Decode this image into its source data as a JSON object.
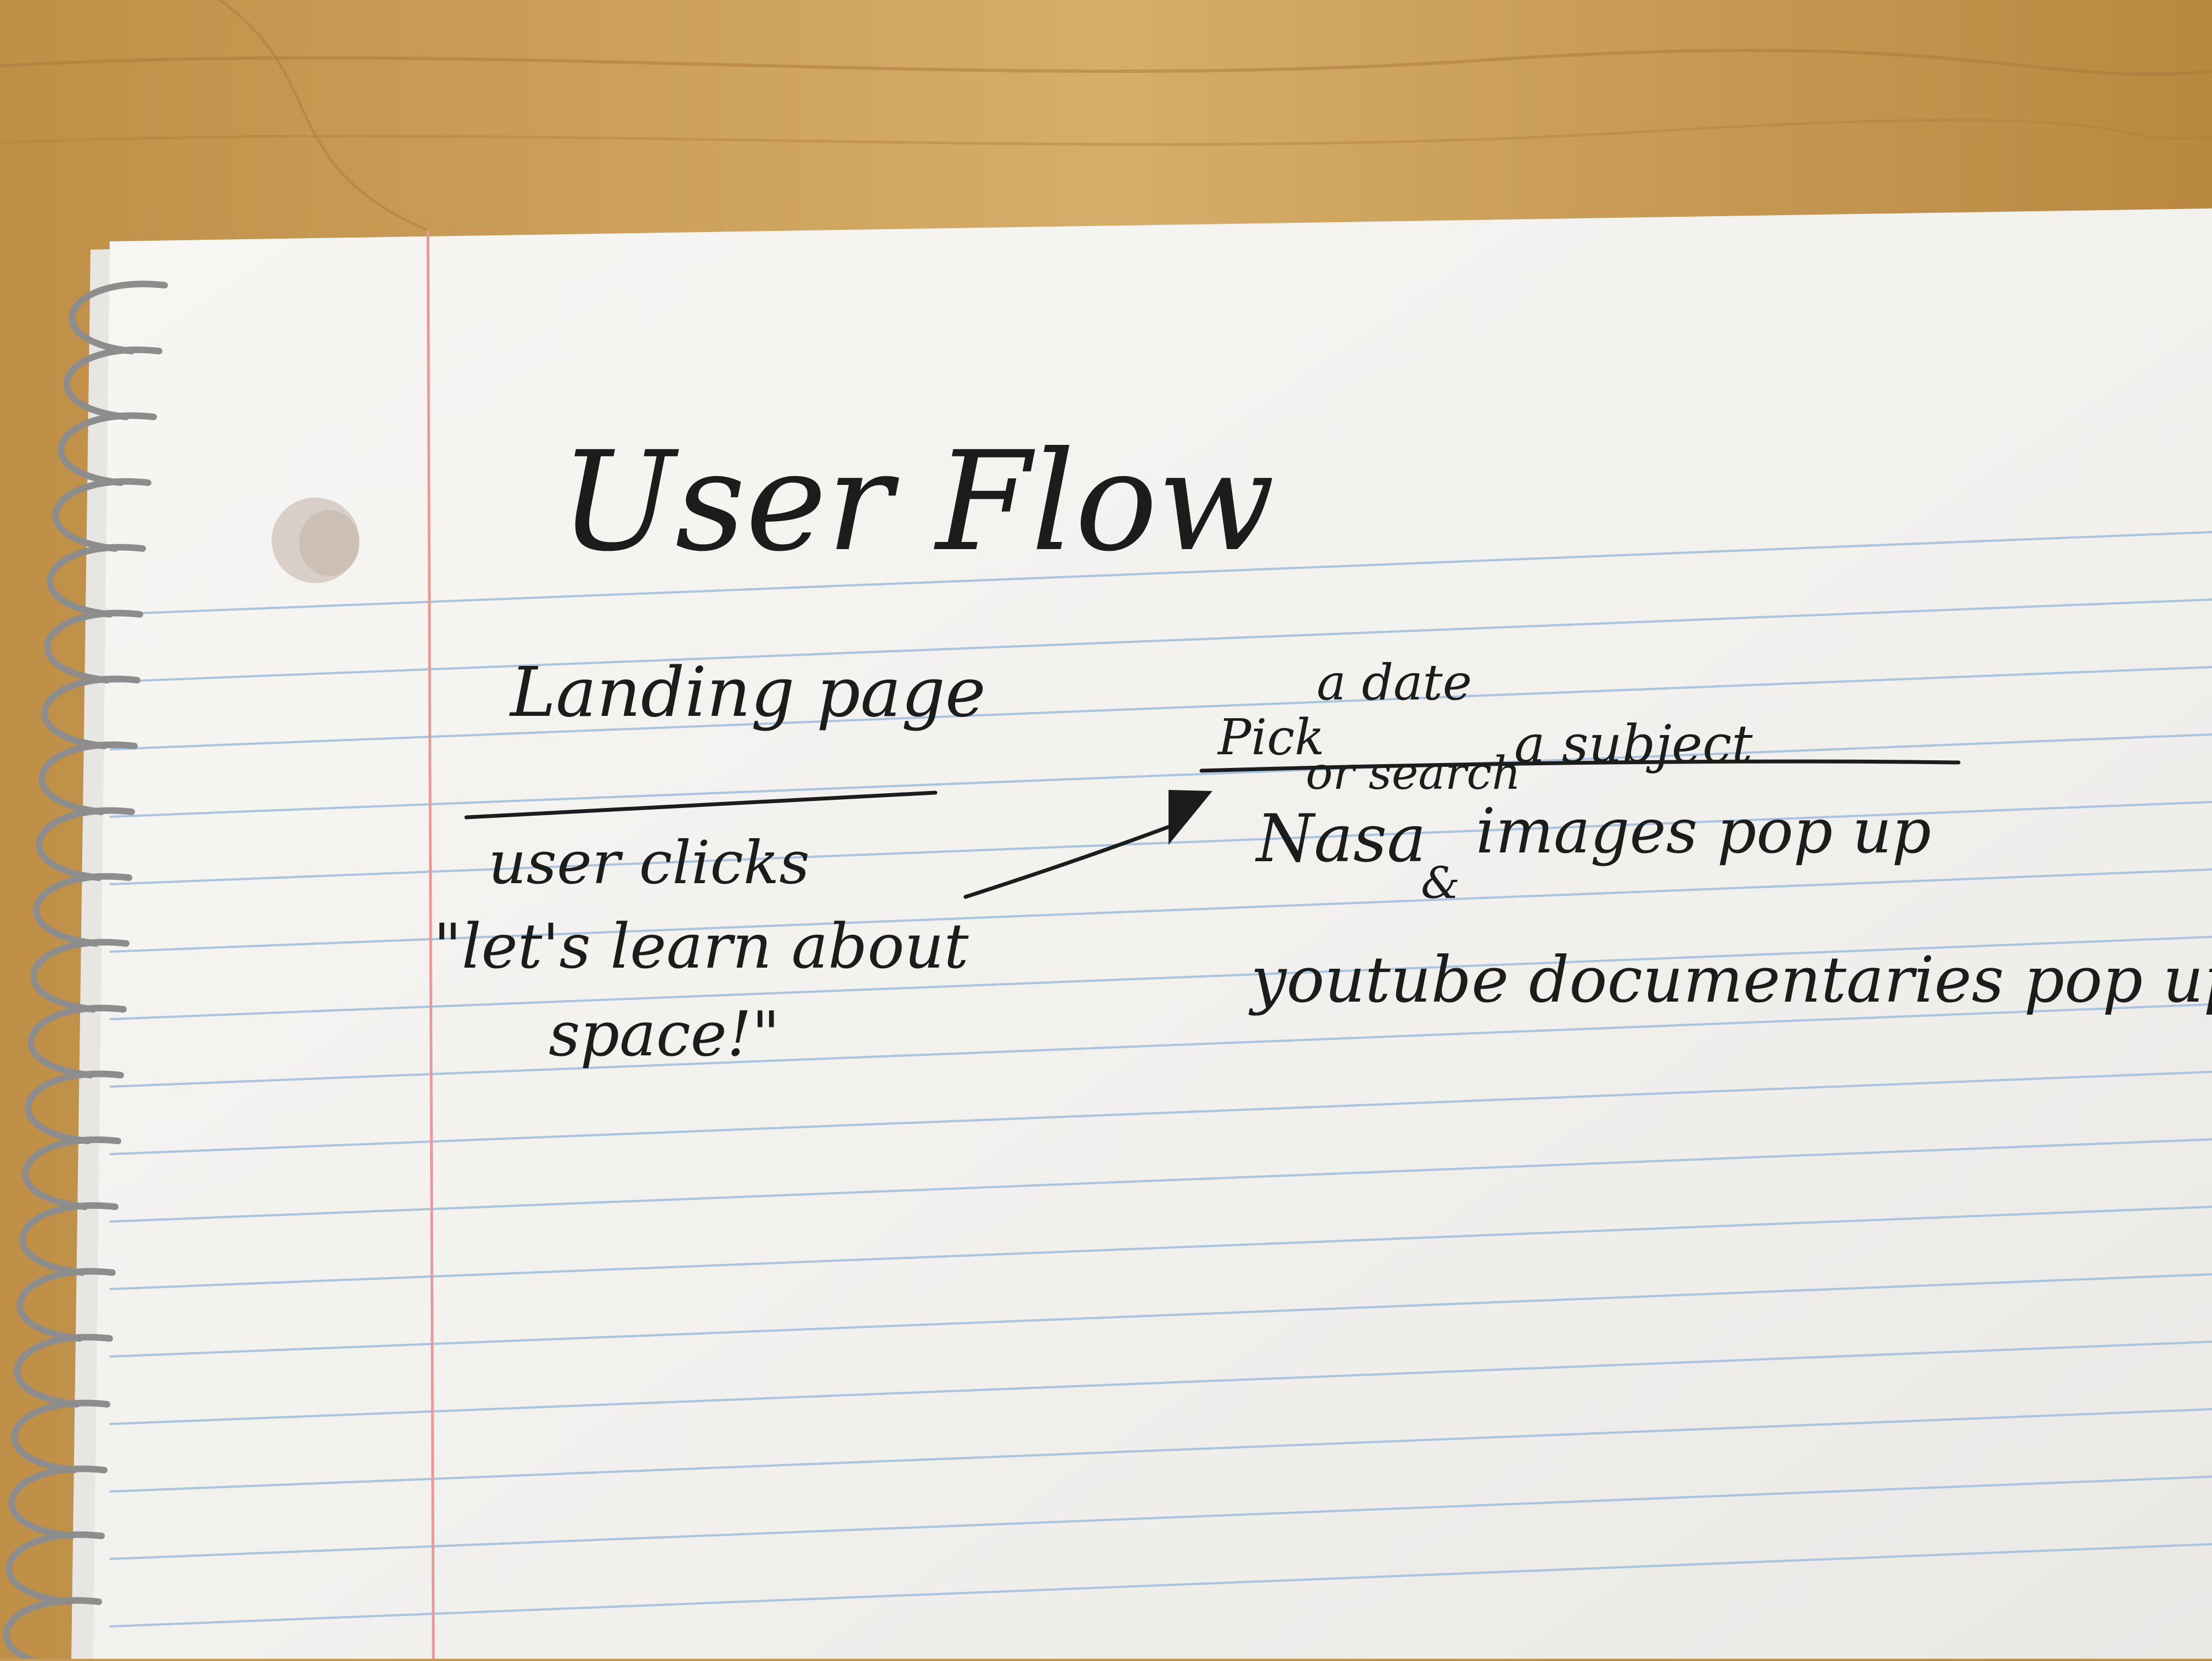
{
  "notebook": {
    "title": "User Flow",
    "left_column": {
      "heading": "Landing page",
      "line1": "user clicks",
      "line2": "\"let's learn about",
      "line3": "space!\""
    },
    "right_column": {
      "pick": "Pick",
      "a_date": "a date",
      "or_search": "or search",
      "a_subject": "a subject",
      "nasa": "Nasa",
      "ampersand": "&",
      "images": "images pop up",
      "youtube": "youtube documentaries pop up"
    }
  },
  "colors": {
    "table_wood": "#c59a55",
    "paper": "#f4f3f1",
    "rule_line": "#a9c3e0",
    "margin_line": "#e89a9a",
    "ink": "#1c1c1c"
  }
}
